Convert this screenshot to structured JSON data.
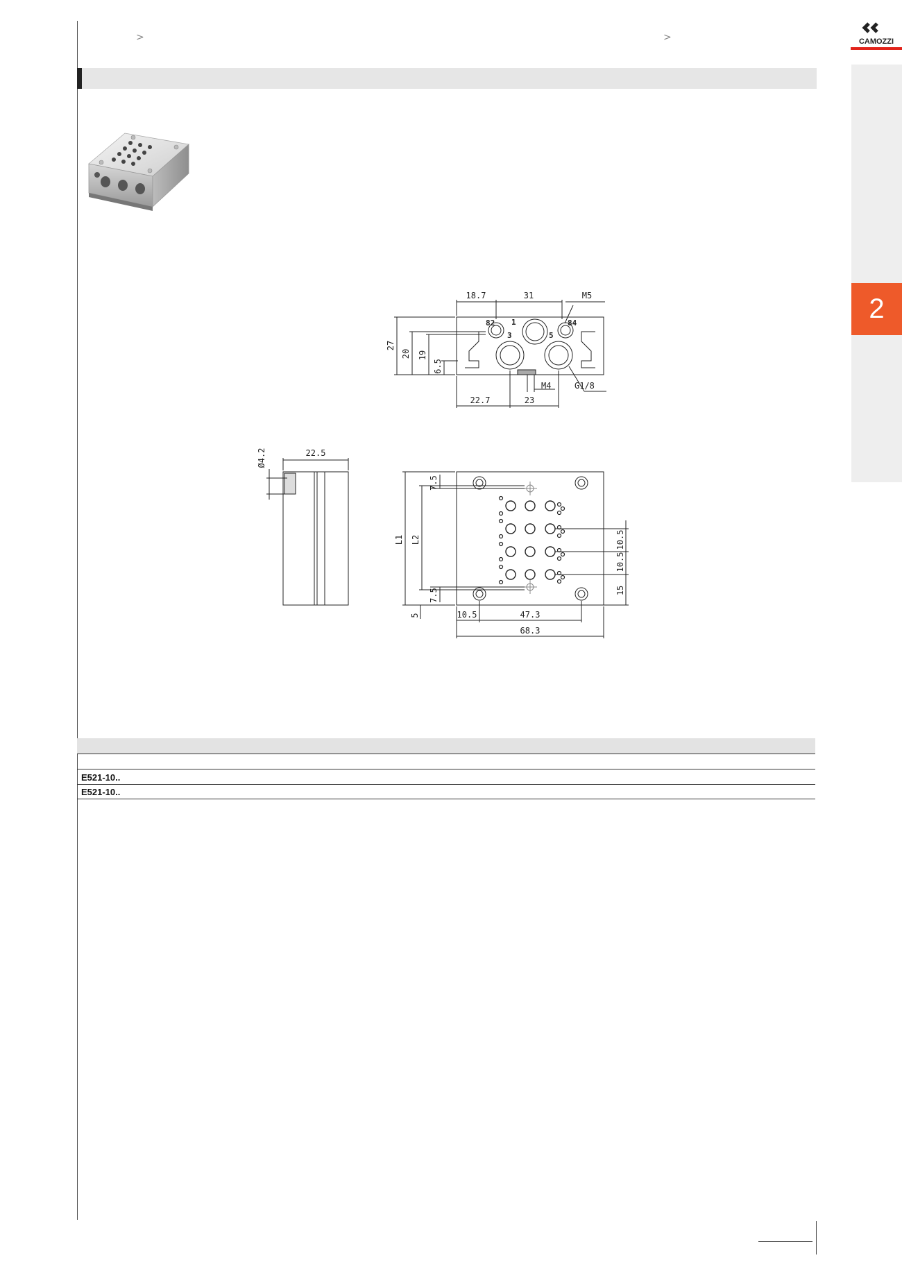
{
  "header": {
    "chevron_left": ">",
    "chevron_right": ">",
    "logo_text": "CAMOZZI"
  },
  "side": {
    "section_number": "2"
  },
  "drawing": {
    "front_view": {
      "dim_18_7": "18.7",
      "dim_31": "31",
      "dim_m5": "M5",
      "port_82": "82",
      "port_84": "84",
      "port_1": "1",
      "port_3": "3",
      "port_5": "5",
      "dim_27": "27",
      "dim_20": "20",
      "dim_19": "19",
      "dim_6_5": "6.5",
      "dim_m4": "M4",
      "dim_g18": "G1/8",
      "dim_22_7": "22.7",
      "dim_23": "23"
    },
    "side_view": {
      "dim_d42": "Ø4.2",
      "dim_22_5": "22.5"
    },
    "top_view": {
      "dim_7_5_top": "7.5",
      "dim_l1": "L1",
      "dim_l2": "L2",
      "dim_10_5_a": "10.5",
      "dim_10_5_b": "10.5",
      "dim_15": "15",
      "dim_7_5_bot": "7.5",
      "dim_5": "5",
      "dim_10_5_c": "10.5",
      "dim_47_3": "47.3",
      "dim_68_3": "68.3"
    }
  },
  "table": {
    "rows": [
      {
        "code": "E521-10.."
      },
      {
        "code": "E521-10.."
      }
    ]
  }
}
